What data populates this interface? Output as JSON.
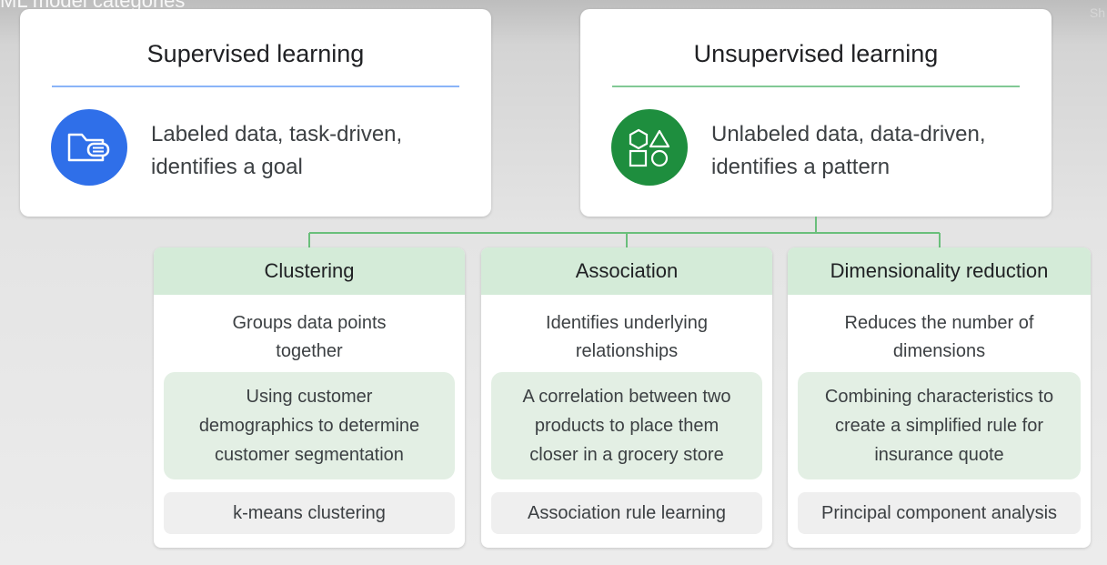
{
  "corner": {
    "left_text": "ML model categories",
    "right_text": "Sh"
  },
  "supervised": {
    "title": "Supervised learning",
    "desc_line1": "Labeled data, task-driven,",
    "desc_line2": "identifies a goal",
    "icon": "folder-icon"
  },
  "unsupervised": {
    "title": "Unsupervised learning",
    "desc_line1": "Unlabeled data, data-driven,",
    "desc_line2": "identifies a pattern",
    "icon": "shapes-icon"
  },
  "categories": [
    {
      "title": "Clustering",
      "subtitle_line1": "Groups data points",
      "subtitle_line2": "together",
      "example_line1": "Using customer",
      "example_line2": "demographics to determine",
      "example_line3": "customer segmentation",
      "algorithm": "k-means clustering"
    },
    {
      "title": "Association",
      "subtitle_line1": "Identifies underlying",
      "subtitle_line2": "relationships",
      "example_line1": "A correlation between two",
      "example_line2": "products to place them",
      "example_line3": "closer in a grocery store",
      "algorithm": "Association rule learning"
    },
    {
      "title": "Dimensionality reduction",
      "subtitle_line1": "Reduces the number of",
      "subtitle_line2": "dimensions",
      "example_line1": "Combining characteristics to",
      "example_line2": "create a simplified rule for",
      "example_line3": "insurance quote",
      "algorithm": "Principal component analysis"
    }
  ],
  "colors": {
    "blue_accent": "#2f6fe9",
    "green_accent": "#1e8e3e",
    "header_green": "#d4ebd8"
  }
}
